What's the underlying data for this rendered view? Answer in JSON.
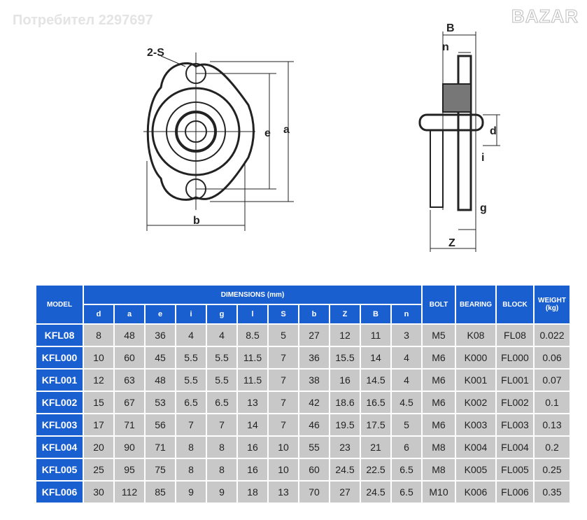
{
  "watermark": "Потребител 2297697",
  "corner_logo": "BAZAR",
  "drawing_labels": {
    "front_s": "2-S",
    "front_e": "e",
    "front_a": "a",
    "front_b": "b",
    "side_B": "B",
    "side_n": "n",
    "side_d": "d",
    "side_i": "i",
    "side_g": "g",
    "side_z": "Z"
  },
  "table": {
    "model_header": "MODEL",
    "dimensions_header": "DIMENSIONS (mm)",
    "dim_columns": [
      "d",
      "a",
      "e",
      "i",
      "g",
      "l",
      "S",
      "b",
      "Z",
      "B",
      "n"
    ],
    "bolt_header": "BOLT",
    "bearing_header": "BEARING",
    "block_header": "BLOCK",
    "weight_header": "WEIGHT (kg)",
    "rows": [
      {
        "model": "KFL08",
        "dims": [
          "8",
          "48",
          "36",
          "4",
          "4",
          "8.5",
          "5",
          "27",
          "12",
          "11",
          "3"
        ],
        "bolt": "M5",
        "bearing": "K08",
        "block": "FL08",
        "weight": "0.022"
      },
      {
        "model": "KFL000",
        "dims": [
          "10",
          "60",
          "45",
          "5.5",
          "5.5",
          "11.5",
          "7",
          "36",
          "15.5",
          "14",
          "4"
        ],
        "bolt": "M6",
        "bearing": "K000",
        "block": "FL000",
        "weight": "0.06"
      },
      {
        "model": "KFL001",
        "dims": [
          "12",
          "63",
          "48",
          "5.5",
          "5.5",
          "11.5",
          "7",
          "38",
          "16",
          "14.5",
          "4"
        ],
        "bolt": "M6",
        "bearing": "K001",
        "block": "FL001",
        "weight": "0.07"
      },
      {
        "model": "KFL002",
        "dims": [
          "15",
          "67",
          "53",
          "6.5",
          "6.5",
          "13",
          "7",
          "42",
          "18.6",
          "16.5",
          "4.5"
        ],
        "bolt": "M6",
        "bearing": "K002",
        "block": "FL002",
        "weight": "0.1"
      },
      {
        "model": "KFL003",
        "dims": [
          "17",
          "71",
          "56",
          "7",
          "7",
          "14",
          "7",
          "46",
          "19.5",
          "17.5",
          "5"
        ],
        "bolt": "M6",
        "bearing": "K003",
        "block": "FL003",
        "weight": "0.13"
      },
      {
        "model": "KFL004",
        "dims": [
          "20",
          "90",
          "71",
          "8",
          "8",
          "16",
          "10",
          "55",
          "23",
          "21",
          "6"
        ],
        "bolt": "M8",
        "bearing": "K004",
        "block": "FL004",
        "weight": "0.2"
      },
      {
        "model": "KFL005",
        "dims": [
          "25",
          "95",
          "75",
          "8",
          "8",
          "16",
          "10",
          "60",
          "24.5",
          "22.5",
          "6.5"
        ],
        "bolt": "M8",
        "bearing": "K005",
        "block": "FL005",
        "weight": "0.25"
      },
      {
        "model": "KFL006",
        "dims": [
          "30",
          "112",
          "85",
          "9",
          "9",
          "18",
          "13",
          "70",
          "27",
          "24.5",
          "6.5"
        ],
        "bolt": "M10",
        "bearing": "K006",
        "block": "FL006",
        "weight": "0.35"
      }
    ]
  }
}
